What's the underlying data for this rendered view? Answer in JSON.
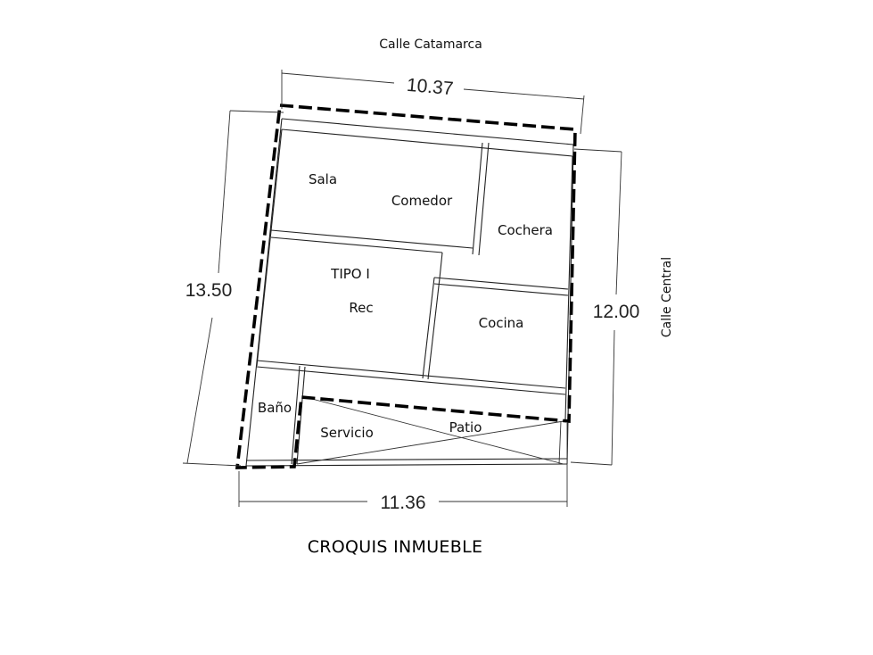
{
  "streets": {
    "top": "Calle Catamarca",
    "right": "Calle Central"
  },
  "dimensions": {
    "top": "10.37",
    "left": "13.50",
    "right": "12.00",
    "bottom": "11.36"
  },
  "rooms": {
    "sala": "Sala",
    "comedor": "Comedor",
    "cochera": "Cochera",
    "tipo": "TIPO I",
    "rec": "Rec",
    "cocina": "Cocina",
    "bano": "Baño",
    "servicio": "Servicio",
    "patio": "Patio"
  },
  "caption": "CROQUIS INMUEBLE"
}
